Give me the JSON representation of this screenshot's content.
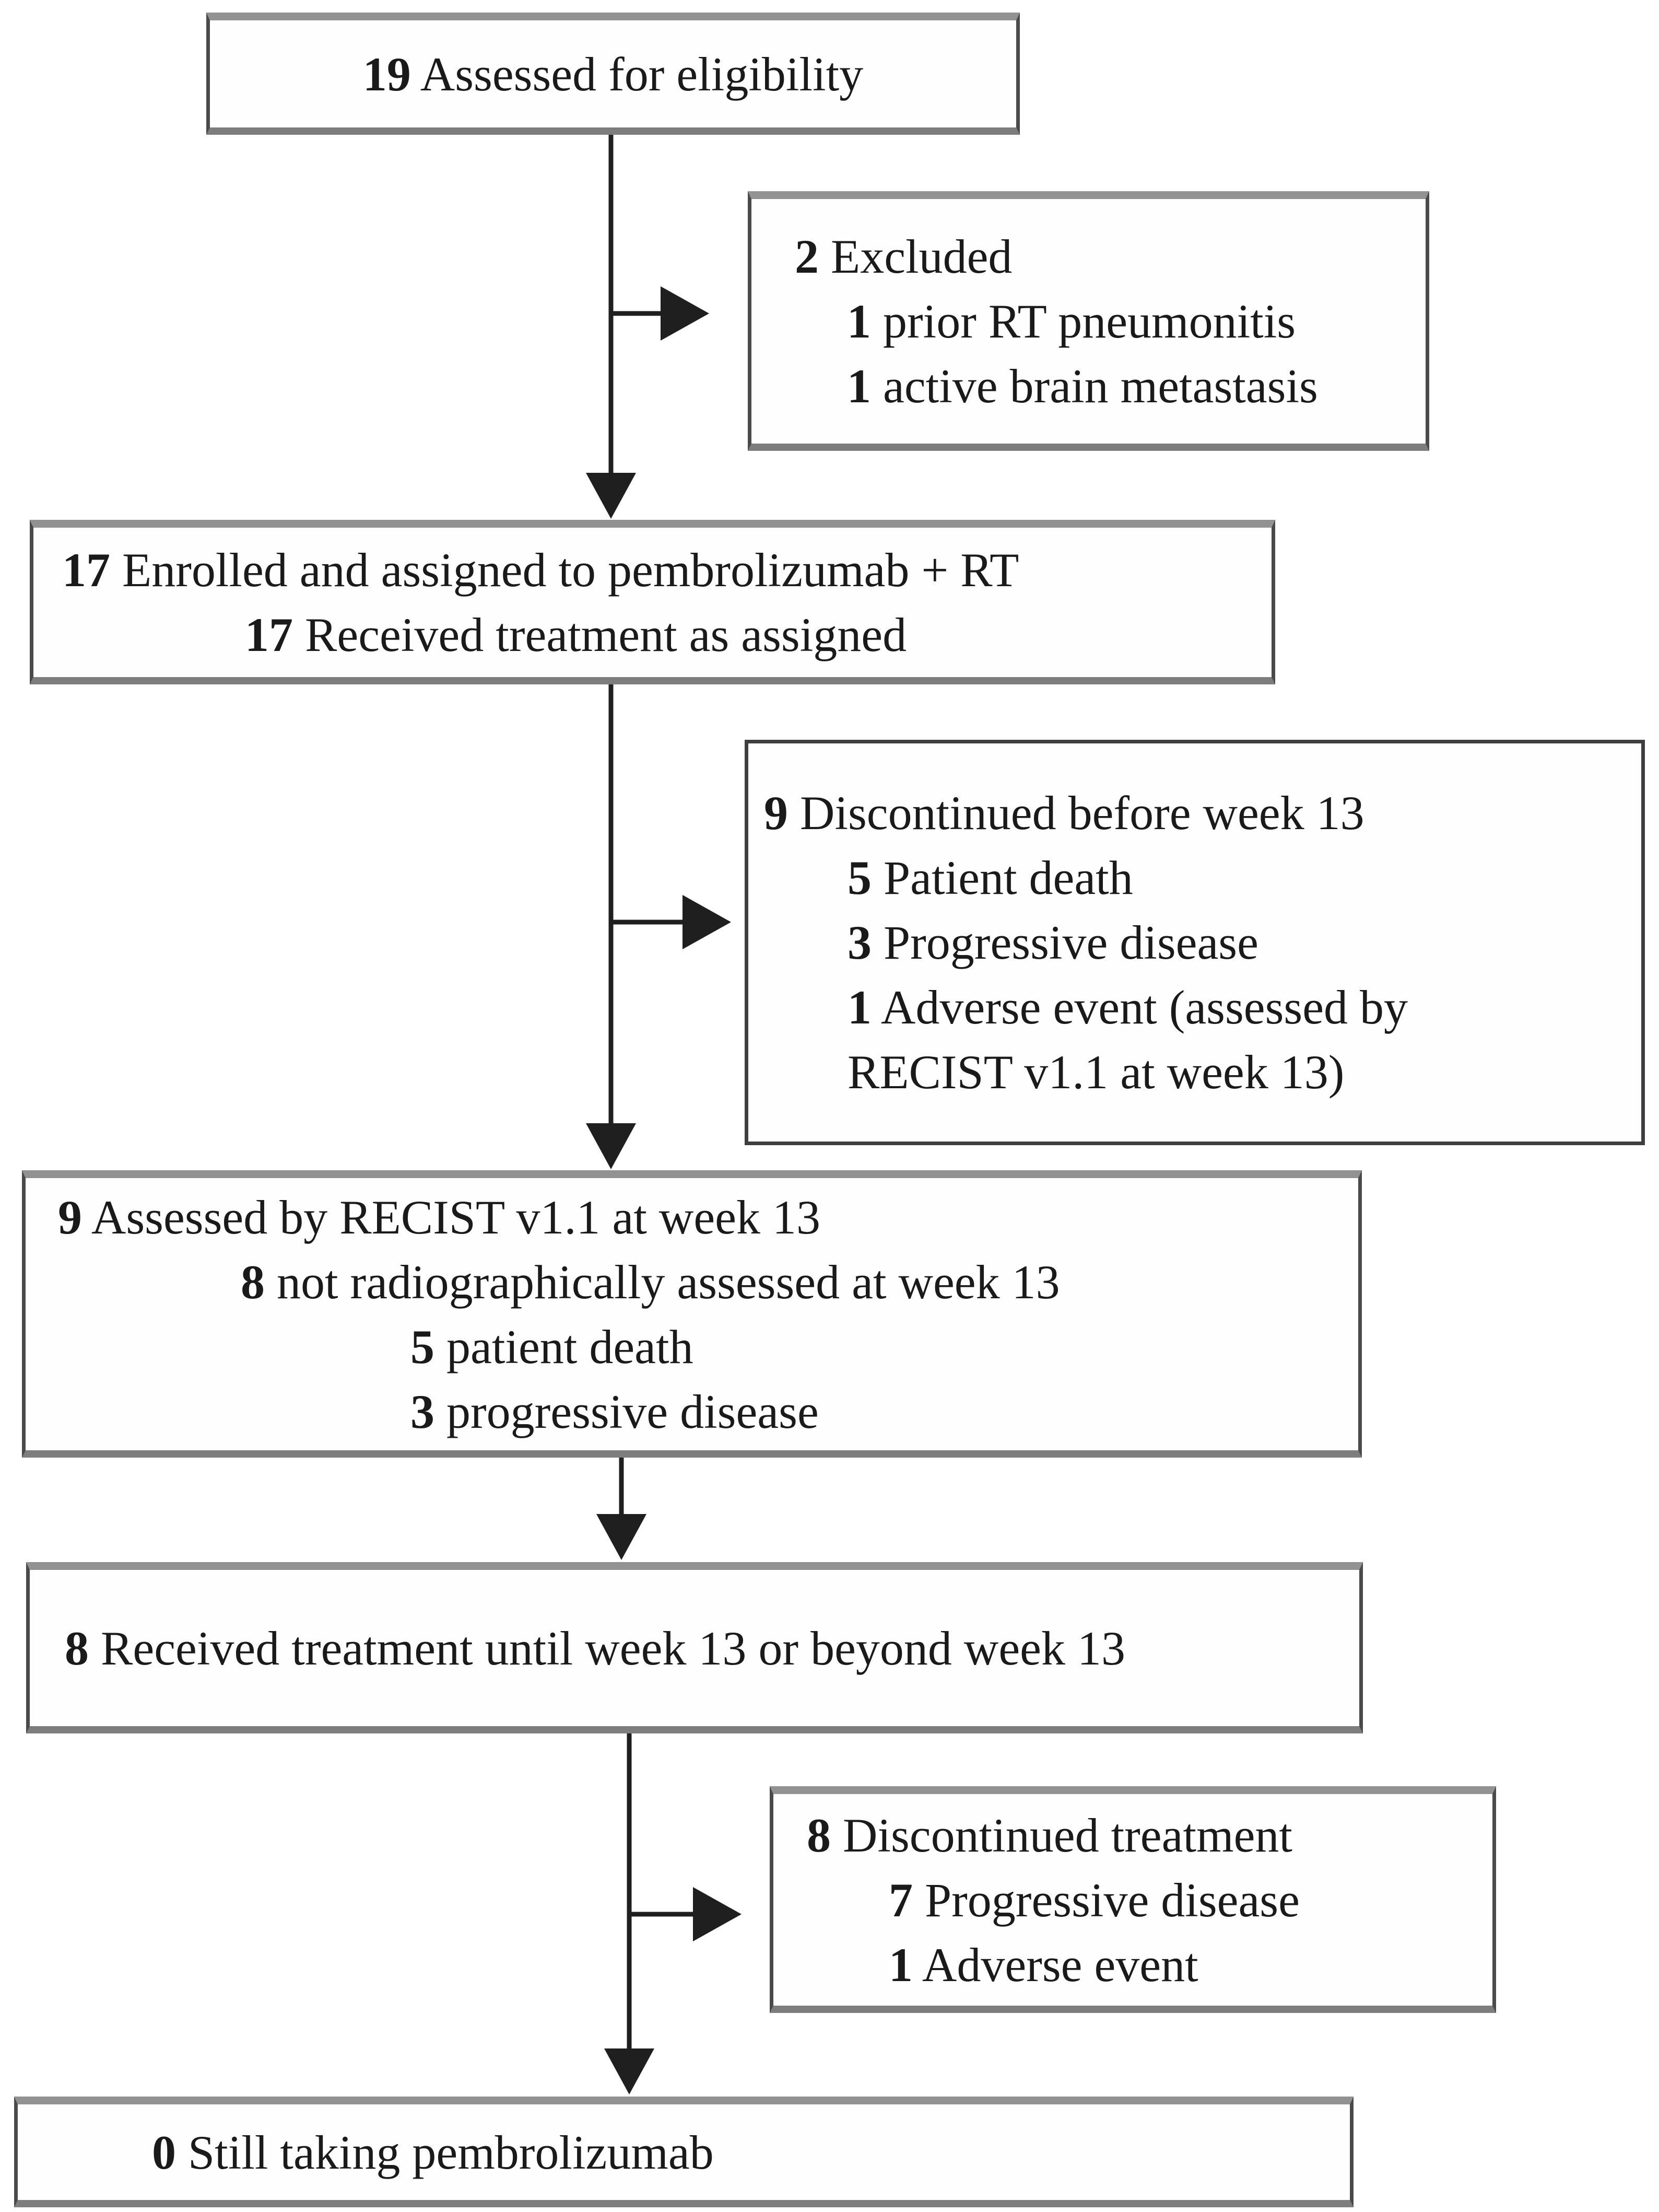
{
  "figure": {
    "type": "consort-flow-diagram",
    "background_color": "#ffffff",
    "line_color": "#1f1f1f",
    "box_border_color": "#4a4a4a"
  },
  "boxes": [
    {
      "id": "assessed-eligibility",
      "lines": [
        {
          "num": "19",
          "text": " Assessed for eligibility"
        }
      ]
    },
    {
      "id": "excluded",
      "lines": [
        {
          "num": "2",
          "text": " Excluded"
        },
        {
          "num": "1",
          "text": " prior RT pneumonitis"
        },
        {
          "num": "1",
          "text": " active brain metastasis"
        }
      ]
    },
    {
      "id": "enrolled-assigned",
      "lines": [
        {
          "num": "17",
          "text": " Enrolled and assigned to pembrolizumab + RT"
        },
        {
          "num": "17",
          "text": " Received treatment as assigned"
        }
      ]
    },
    {
      "id": "discontinued-before-week13",
      "lines": [
        {
          "num": "9",
          "text": " Discontinued before week 13"
        },
        {
          "num": "5",
          "text": " Patient death"
        },
        {
          "num": "3",
          "text": " Progressive disease"
        },
        {
          "num": "1",
          "text": " Adverse event (assessed by"
        },
        {
          "num": "",
          "text": "RECIST v1.1 at week 13)"
        }
      ]
    },
    {
      "id": "assessed-recist-week13",
      "lines": [
        {
          "num": "9",
          "text": " Assessed by RECIST v1.1 at week 13"
        },
        {
          "num": "8",
          "text": " not radiographically assessed at week 13"
        },
        {
          "num": "5",
          "text": " patient death"
        },
        {
          "num": "3",
          "text": " progressive disease"
        }
      ]
    },
    {
      "id": "received-until-week13",
      "lines": [
        {
          "num": "8",
          "text": " Received treatment until week 13 or beyond week 13"
        }
      ]
    },
    {
      "id": "discontinued-treatment",
      "lines": [
        {
          "num": "8",
          "text": " Discontinued treatment"
        },
        {
          "num": "7",
          "text": " Progressive disease"
        },
        {
          "num": "1",
          "text": " Adverse event"
        }
      ]
    },
    {
      "id": "still-taking-pembrolizumab",
      "lines": [
        {
          "num": "0",
          "text": " Still taking pembrolizumab"
        }
      ]
    }
  ]
}
